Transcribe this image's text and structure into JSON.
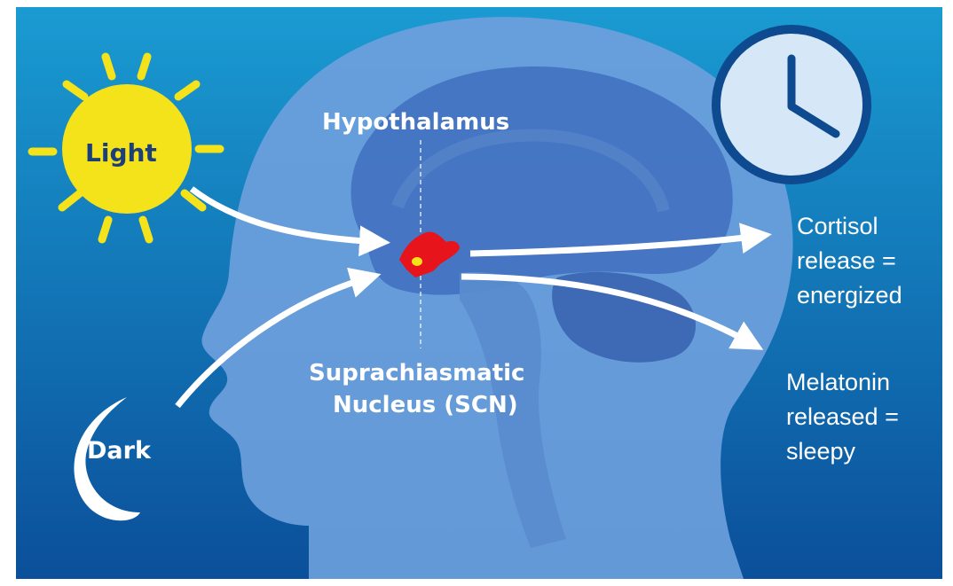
{
  "labels": {
    "light": "Light",
    "dark": "Dark",
    "hypothalamus": "Hypothalamus",
    "scn_line1": "Suprachiasmatic",
    "scn_line2": "Nucleus (SCN)",
    "cortisol_line1": "Cortisol",
    "cortisol_line2": "release =",
    "cortisol_line3": "energized",
    "melatonin_line1": "Melatonin",
    "melatonin_line2": "released =",
    "melatonin_line3": "sleepy"
  },
  "icons": {
    "sun": "sun-icon",
    "moon": "crescent-moon-icon",
    "clock": "clock-icon"
  },
  "colors": {
    "background_top": "#1a9bd2",
    "background_bottom": "#0b4f9a",
    "head": "#6d9fdc",
    "brain": "#3f6fbe",
    "sun": "#f4e21a",
    "scn": "#e8141c",
    "arrow": "#ffffff",
    "clock_face": "#d6e8f7",
    "clock_rim": "#0d4a8f"
  }
}
